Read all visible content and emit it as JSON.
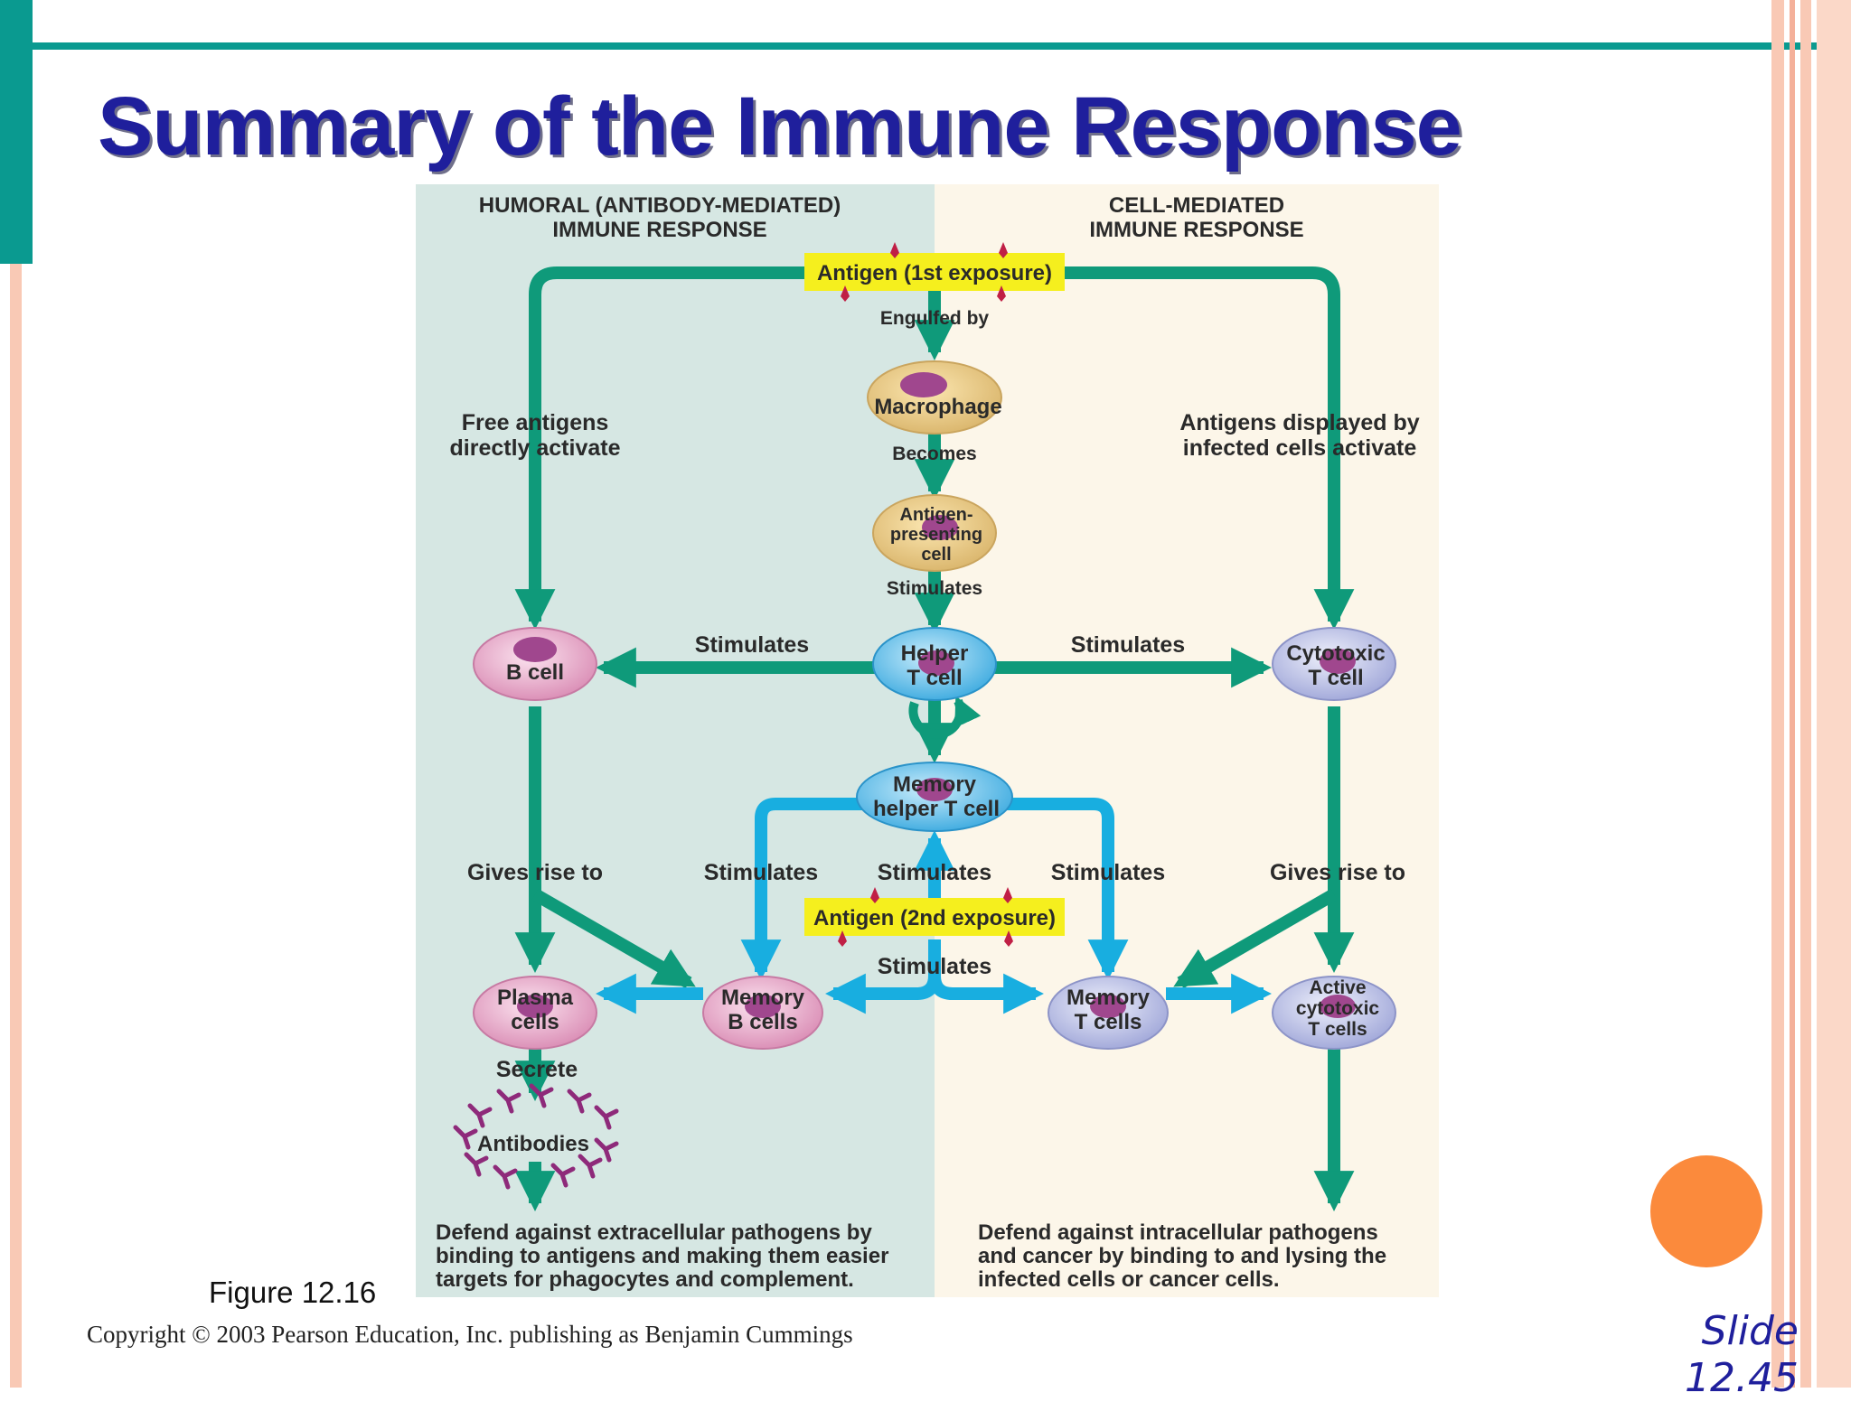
{
  "slide": {
    "title": "Summary of the Immune Response",
    "figure_label": "Figure 12.16",
    "copyright": "Copyright © 2003 Pearson Education, Inc. publishing as Benjamin Cummings",
    "slide_word": "Slide",
    "slide_number": "12.45"
  },
  "colors": {
    "title": "#1f1f9c",
    "teal": "#0a9a90",
    "flow_green": "#0f9a7a",
    "flow_blue": "#18aee0",
    "humoral_bg": "#d6e7e3",
    "cell_bg": "#fcf6e9",
    "antigen_box": "#f5ef1e",
    "orange_dot": "#fb8a3c"
  },
  "diagram": {
    "humoral_header_1": "HUMORAL (ANTIBODY-MEDIATED)",
    "humoral_header_2": "IMMUNE RESPONSE",
    "cell_header_1": "CELL-MEDIATED",
    "cell_header_2": "IMMUNE RESPONSE",
    "antigen_1": "Antigen (1st exposure)",
    "engulfed_by": "Engulfed by",
    "macrophage": "Macrophage",
    "becomes": "Becomes",
    "apc_1": "Antigen-",
    "apc_2": "presenting",
    "apc_3": "cell",
    "stimulates": "Stimulates",
    "free_antigens_1": "Free antigens",
    "free_antigens_2": "directly activate",
    "displayed_1": "Antigens displayed by",
    "displayed_2": "infected cells activate",
    "b_cell": "B cell",
    "helper_1": "Helper",
    "helper_2": "T cell",
    "cytotoxic_1": "Cytotoxic",
    "cytotoxic_2": "T cell",
    "memory_helper_1": "Memory",
    "memory_helper_2": "helper T cell",
    "gives_rise_to": "Gives rise to",
    "antigen_2": "Antigen (2nd exposure)",
    "plasma_1": "Plasma",
    "plasma_2": "cells",
    "memory_b_1": "Memory",
    "memory_b_2": "B cells",
    "memory_t_1": "Memory",
    "memory_t_2": "T cells",
    "active_1": "Active",
    "active_2": "cytotoxic",
    "active_3": "T cells",
    "secrete": "Secrete",
    "antibodies": "Antibodies",
    "humoral_defend_1": "Defend against extracellular pathogens by",
    "humoral_defend_2": "binding to antigens and making them easier",
    "humoral_defend_3": "targets for phagocytes and complement.",
    "cell_defend_1": "Defend against intracellular pathogens",
    "cell_defend_2": "and cancer by binding to and lysing the",
    "cell_defend_3": "infected cells or cancer cells."
  }
}
